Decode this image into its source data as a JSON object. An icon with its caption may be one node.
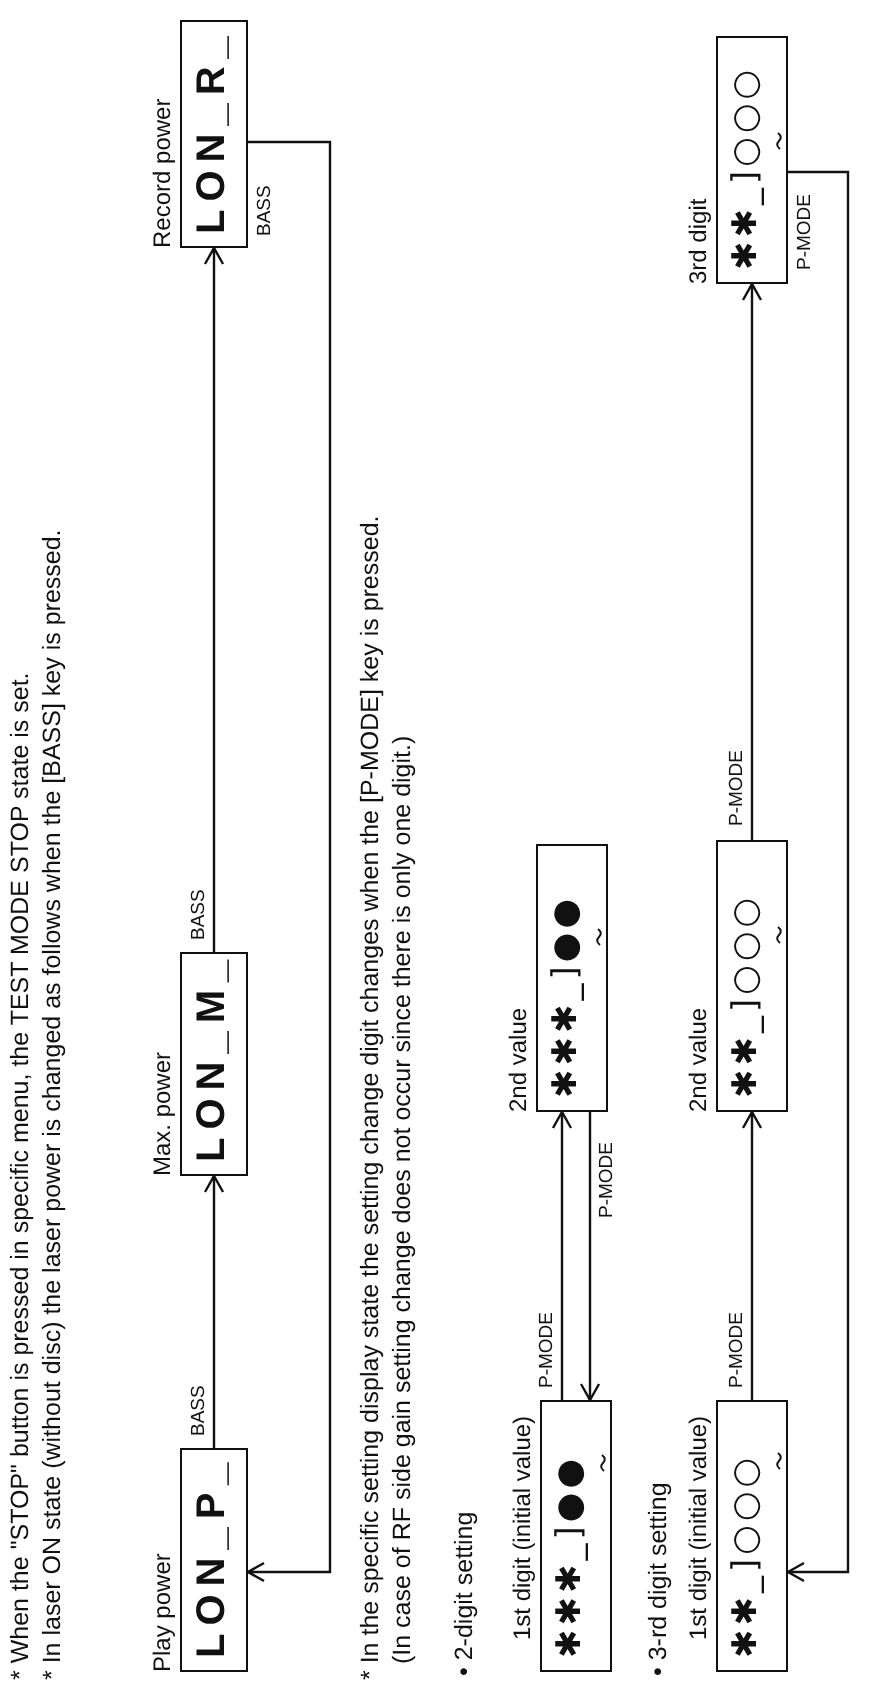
{
  "diagram": {
    "nodes": [
      {
        "text": [
          "Play power",
          "LON_P_"
        ]
      },
      {
        "text": [
          "Max. power",
          "LON_M_"
        ]
      },
      {
        "text": [
          "Record power",
          "LON_R_"
        ]
      },
      {
        "text": [
          "1st digit (initial value)",
          "✱✱✱_]●●"
        ]
      },
      {
        "text": [
          "2nd value",
          "✱✱✱_]●●"
        ]
      },
      {
        "text": [
          "1st digit (initial value)",
          "✱✱_]○○○"
        ]
      },
      {
        "text": [
          "2nd value",
          "✱✱_]○○○"
        ]
      },
      {
        "text": [
          "3rd digit",
          "✱✱_]○○○"
        ]
      }
    ],
    "edges": [
      {
        "from": 0,
        "to": 1,
        "arrow": "to",
        "label": "BASS"
      },
      {
        "from": 1,
        "to": 2,
        "arrow": "to",
        "label": "BASS"
      },
      {
        "from": 2,
        "to": 0,
        "arrow": "to",
        "label": "BASS"
      },
      {
        "from": 3,
        "to": 4,
        "arrow": "to",
        "label": "P-MODE"
      },
      {
        "from": 4,
        "to": 3,
        "arrow": "to",
        "label": "P-MODE"
      },
      {
        "from": 5,
        "to": 6,
        "arrow": "to",
        "label": "P-MODE"
      },
      {
        "from": 6,
        "to": 7,
        "arrow": "to",
        "label": "P-MODE"
      },
      {
        "from": 7,
        "to": 5,
        "arrow": "to",
        "label": "P-MODE"
      }
    ],
    "labels": [
      "* When the \"STOP\" button is pressed in specific menu, the TEST MODE STOP state is set.",
      "* In laser ON state (without disc) the laser power is changed as follows when the [BASS] key is pressed.",
      "* In the specific setting display state the setting change digit changes when the [P-MODE] key is pressed.",
      "(In case of RF side gain setting change does not occur since there is only one digit.)",
      "• 2-digit setting",
      "• 3-rd digit setting"
    ]
  }
}
